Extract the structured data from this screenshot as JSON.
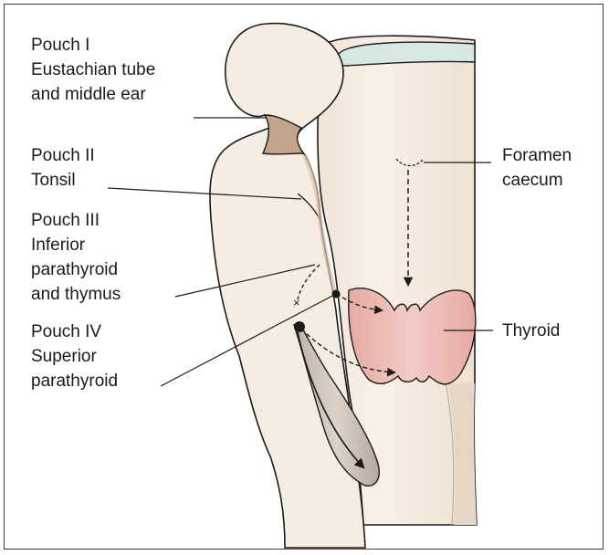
{
  "labels": {
    "pouch1": [
      "Pouch I",
      "Eustachian tube",
      "and middle ear"
    ],
    "pouch2": [
      "Pouch II",
      "Tonsil"
    ],
    "pouch3": [
      "Pouch III",
      "Inferior",
      "parathyroid",
      "and thymus"
    ],
    "pouch4": [
      "Pouch IV",
      "Superior",
      "parathyroid"
    ],
    "foramen": [
      "Foramen",
      "caecum"
    ],
    "thyroid": [
      "Thyroid"
    ]
  },
  "colors": {
    "pharynx_fill": "#f6ede2",
    "pharynx_shade": "#e4d2c1",
    "outline": "#1c1c1c",
    "pouch_ear_fill": "#c2a48c",
    "thyroid_fill": "#e9b3ae",
    "ultimobranchial_fill": "#cbbfb3",
    "upper_stripe_fill": "#d6e7e4"
  }
}
